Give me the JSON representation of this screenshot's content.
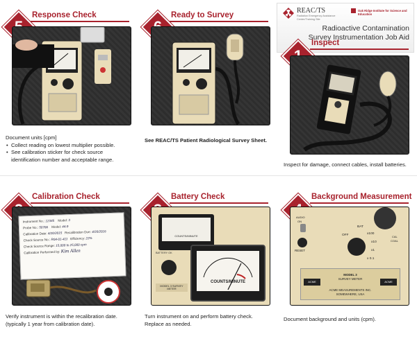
{
  "header": {
    "logo_text": "REAC/TS",
    "logo_subtitle": "Radiation Emergency Assistance Center/Training Site",
    "partner": "Oak Ridge Institute for Science and Education",
    "title_line1": "Radioactive Contamination",
    "title_line2": "Survey Instrumentation Job Aid"
  },
  "steps": [
    {
      "number": "1",
      "title": "Inspect",
      "caption": "Inspect for damage, connect cables, install batteries."
    },
    {
      "number": "2",
      "title": "Calibration Check",
      "caption_line1": "Verify instrument is within the recalibration date.",
      "caption_line2": "(typically 1 year from calibration date).",
      "card": {
        "instrument_no_label": "Instrument No.",
        "instrument_no": "12345",
        "model_label": "Model",
        "model": "3",
        "probe_no_label": "Probe No.",
        "probe_no": "50766",
        "model2_label": "Model",
        "model2": "44-9",
        "cal_date_label": "Calibration Date",
        "cal_date": "4/20/2015",
        "recal_label": "Recalibration Due",
        "recal_date": "4/20/2016",
        "source_label": "Check Source No.",
        "source": "R04-01-411",
        "eff_label": "Efficiency",
        "eff": "22%",
        "range_label": "Check Source Range",
        "range": "15,000 to 25,000 cpm",
        "performer_label": "Calibration Performed by",
        "performer": "Kim Allen"
      }
    },
    {
      "number": "3",
      "title": "Battery Check",
      "caption_line1": "Turn instrument on and perform battery check.",
      "caption_line2": "Replace as needed.",
      "meter_label": "COUNTS/MINUTE",
      "meter_small": "COUNTS/MINUTE",
      "bat_label": "BATTERY OK",
      "acme_label": "MODEL 3 SURVEY METER"
    },
    {
      "number": "4",
      "title": "Background Measurement",
      "caption": "Document background and units (cpm).",
      "off_label": "OFF",
      "bat_label": "BAT",
      "x100": "x100",
      "x10": "x10",
      "x1": "x1",
      "x01": "x 0.1",
      "reset": "RESET",
      "audio": "AUDIO",
      "on": "ON",
      "model": "MODEL 3",
      "survey": "SURVEY METER",
      "acme": "ACME",
      "maker": "ACME MEASUREMENTS INC.",
      "city": "SOMEWHERE, USA",
      "cal": "CAL",
      "cal2": "COAL"
    },
    {
      "number": "5",
      "title": "Response Check",
      "caption_line1": "Document units [cpm]",
      "bullet1_a": "Collect reading on lowest multiplier possible.",
      "bullet2_a": "See calibration sticker for check source",
      "bullet2_b": "identification number and acceptable range."
    },
    {
      "number": "6",
      "title": "Ready to Survey",
      "caption": "See REAC/TS Patient Radiological Survey Sheet."
    }
  ],
  "colors": {
    "accent": "#a8222d",
    "photo_bg": "#2f2f2f",
    "meter_cream": "#e9dcb8"
  }
}
